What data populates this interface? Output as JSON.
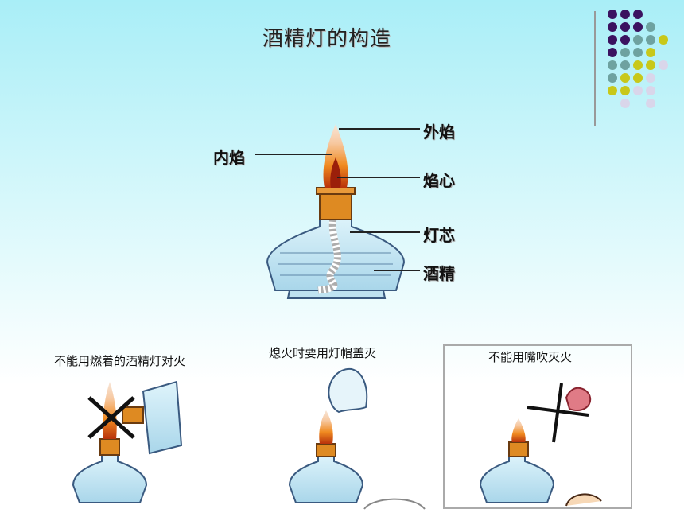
{
  "title": "酒精灯的构造",
  "labels": {
    "outer_flame": "外焰",
    "inner_flame": "内焰",
    "flame_core": "焰心",
    "wick": "灯芯",
    "alcohol": "酒精"
  },
  "captions": {
    "no_light_from_lamp": "不能用燃着的酒精灯对火",
    "extinguish_with_cap": "熄火时要用灯帽盖灭",
    "no_blow_out": "不能用嘴吹灭火"
  },
  "colors": {
    "purple": "#3b1260",
    "teal": "#6ea2a0",
    "yellow": "#c8c81a",
    "lavender": "#d9d6ea"
  }
}
